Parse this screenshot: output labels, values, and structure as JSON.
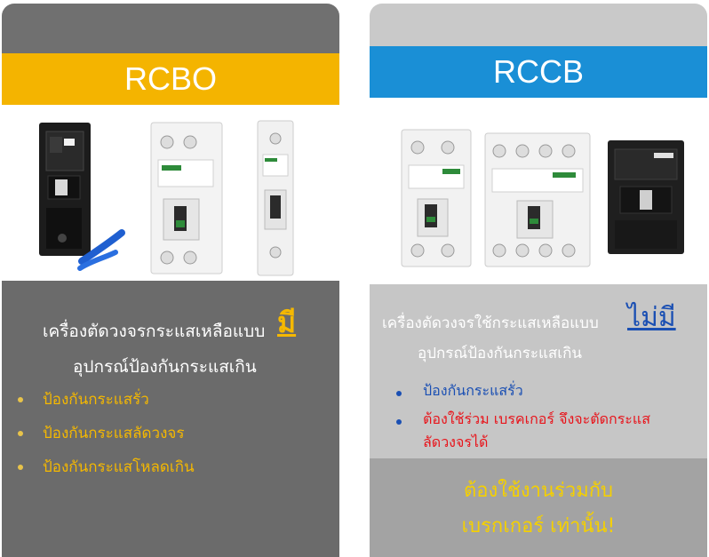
{
  "rcbo": {
    "title": "RCBO",
    "line1": "เครื่องตัดวงจรกระแสเหลือแบบ",
    "emphasis": "มี",
    "line2": "อุปกรณ์ป้องกันกระแสเกิน",
    "bullets": [
      "ป้องกันกระแสรั่ว",
      "ป้องกันกระแสลัดวงจร",
      "ป้องกันกระแสโหลดเกิน"
    ]
  },
  "rccb": {
    "title": "RCCB",
    "line1": "เครื่องตัดวงจรใช้กระแสเหลือแบบ",
    "emphasis": "ไม่มี",
    "line2": "อุปกรณ์ป้องกันกระแสเกิน",
    "bullet1": "ป้องกันกระแสรั่ว",
    "bullet2_line1": "ต้องใช้ร่วม เบรคเกอร์ จึงจะตัดกระแส",
    "bullet2_line2": "ลัดวงจรได้",
    "footer_line1": "ต้องใช้งานร่วมกับ",
    "footer_line2": "เบรกเกอร์ เท่านั้น!"
  },
  "colors": {
    "left_card": "#707070",
    "right_card": "#c9c9c9",
    "rcbo_banner": "#f4b400",
    "rccb_banner": "#1a8fd6",
    "yellow_text": "#f5b800",
    "blue_text": "#1a4fb3",
    "red_text": "#e8141b"
  },
  "images": [
    {
      "name": "rcbo-black-breaker-image"
    },
    {
      "name": "rcbo-white-2pole-breaker-image"
    },
    {
      "name": "rcbo-slim-breaker-image"
    },
    {
      "name": "rccb-2pole-breaker-image"
    },
    {
      "name": "rccb-4pole-breaker-image"
    },
    {
      "name": "rccb-black-breaker-image"
    }
  ]
}
